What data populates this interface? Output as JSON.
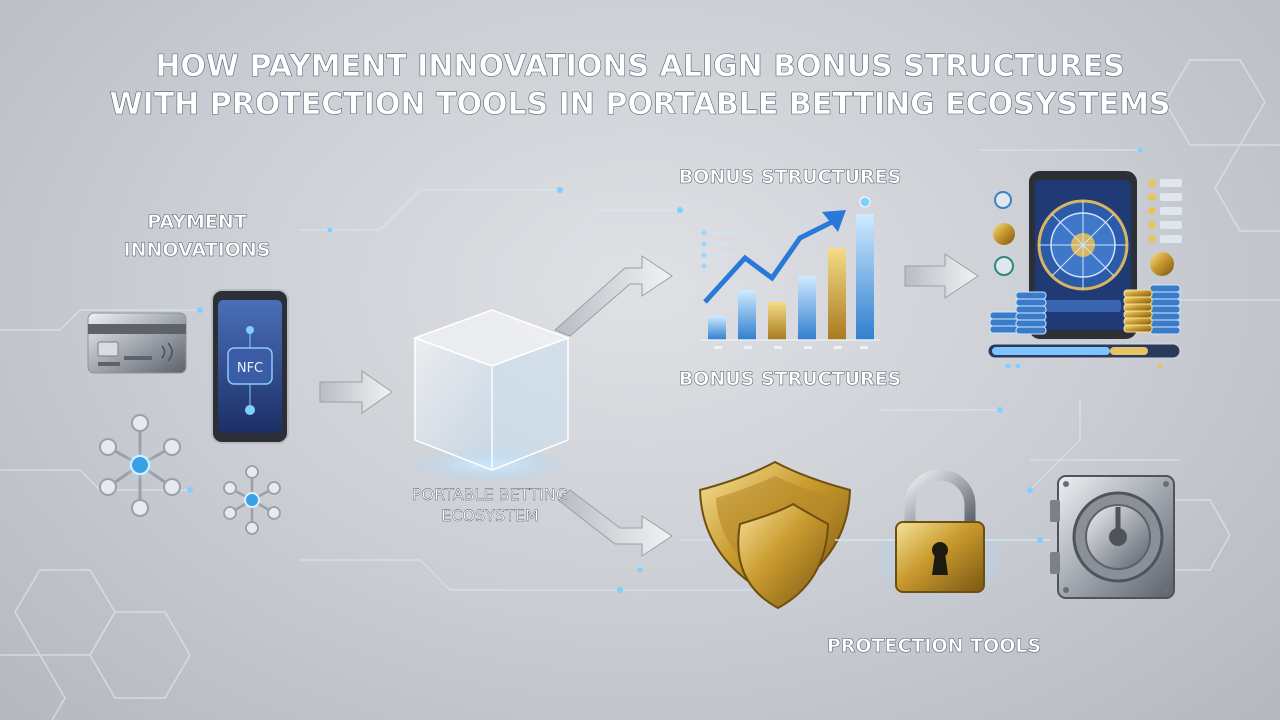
{
  "title_line1": "HOW PAYMENT INNOVATIONS ALIGN BONUS STRUCTURES",
  "title_line2": "WITH PROTECTION TOOLS IN PORTABLE BETTING ECOSYSTEMS",
  "payment": {
    "label_line1": "PAYMENT",
    "label_line2": "INNOVATIONS",
    "phone_text": "NFC"
  },
  "ecosystem": {
    "label_line1": "PORTABLE BETTING",
    "label_line2": "ECOSYSTEM"
  },
  "bonus": {
    "label_top": "BONUS STRUCTURES",
    "label_bottom": "BONUS STRUCTURES"
  },
  "protection": {
    "label": "PROTECTION TOOLS"
  },
  "icons": [
    "credit-card-icon",
    "smartphone-nfc-icon",
    "network-node-icon",
    "glass-cube-icon",
    "growth-chart-icon",
    "mobile-roulette-icon",
    "coin-stack-icon",
    "shield-icon",
    "padlock-icon",
    "vault-icon",
    "arrow-icon"
  ],
  "colors": {
    "accent_blue": "#3aa0e8",
    "gold": "#c8a03a",
    "silver": "#a9aeb6"
  }
}
